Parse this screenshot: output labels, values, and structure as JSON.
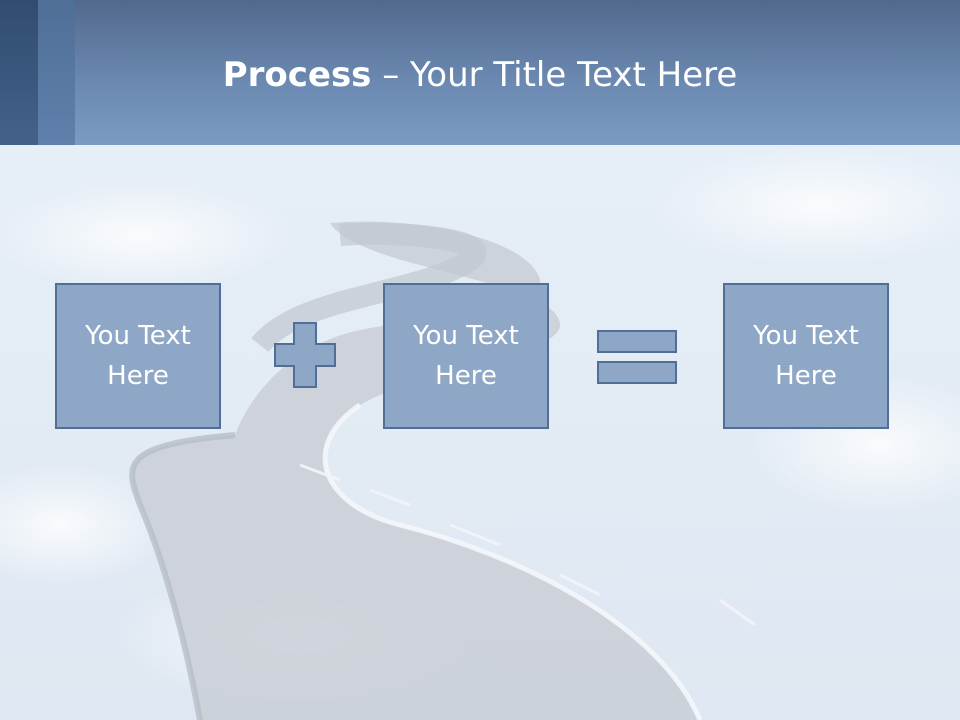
{
  "slide": {
    "title_bold": "Process",
    "title_rest": " – Your Title Text Here"
  },
  "boxes": [
    {
      "text": "You Text Here"
    },
    {
      "text": "You Text Here"
    },
    {
      "text": "You Text Here"
    }
  ],
  "operators": [
    "plus-icon",
    "equals-icon"
  ],
  "colors": {
    "header": "#6a88b0",
    "box_fill": "#8ea7c6",
    "box_border": "#4f6f96",
    "background": "#eaf1f8"
  }
}
